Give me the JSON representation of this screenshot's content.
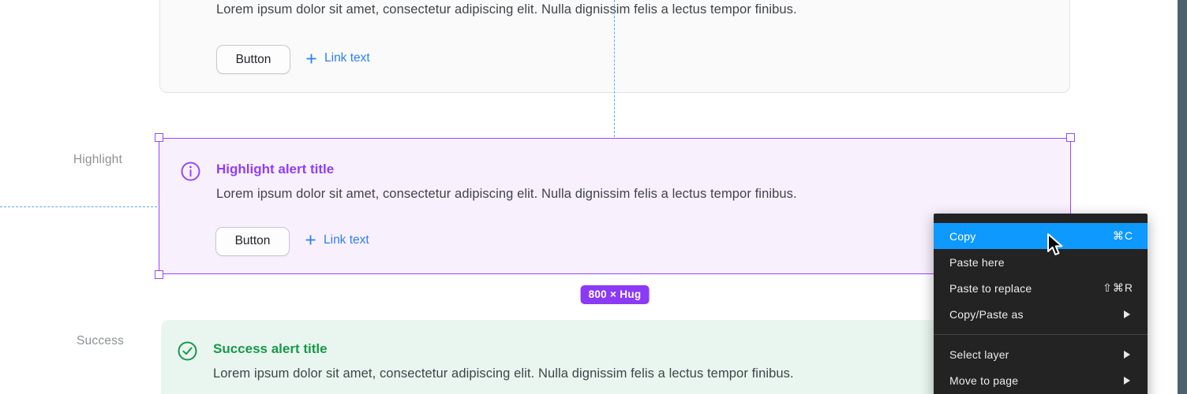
{
  "labels": {
    "highlight": "Highlight",
    "success": "Success"
  },
  "alerts": {
    "info_partial": {
      "body": "Lorem ipsum dolor sit amet, consectetur adipiscing elit. Nulla dignissim felis a lectus tempor finibus.",
      "button_label": "Button",
      "link_label": "Link text"
    },
    "highlight": {
      "title": "Highlight alert title",
      "body": "Lorem ipsum dolor sit amet, consectetur adipiscing elit. Nulla dignissim felis a lectus tempor finibus.",
      "button_label": "Button",
      "link_label": "Link text"
    },
    "success": {
      "title": "Success alert title",
      "body": "Lorem ipsum dolor sit amet, consectetur adipiscing elit. Nulla dignissim felis a lectus tempor finibus."
    }
  },
  "selection": {
    "size_badge": "800 × Hug"
  },
  "context_menu": {
    "items": [
      {
        "label": "Copy",
        "shortcut": "⌘C",
        "active": true
      },
      {
        "label": "Paste here",
        "shortcut": ""
      },
      {
        "label": "Paste to replace",
        "shortcut": "⇧⌘R"
      },
      {
        "label": "Copy/Paste as",
        "submenu": true
      },
      {
        "label": "Select layer",
        "submenu": true
      },
      {
        "label": "Move to page",
        "submenu": true
      }
    ]
  },
  "colors": {
    "selection_purple": "#9747ff",
    "menu_highlight_blue": "#0d99ff",
    "guide_blue": "#59a8f2",
    "highlight_title": "#8f3ff5",
    "success_green": "#17984a",
    "link_blue": "#2d7ff0",
    "badge_purple": "#8b3af6",
    "side_strip": "#4b636d"
  }
}
